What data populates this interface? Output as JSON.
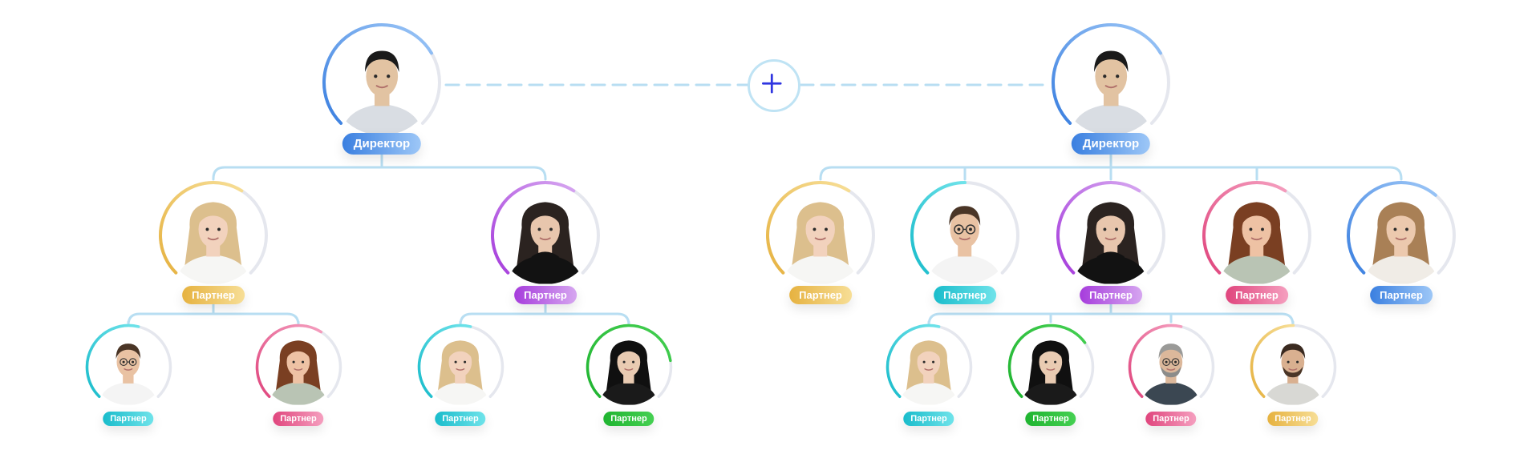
{
  "colors": {
    "connector": "#b8def2",
    "dashed": "#b8def2",
    "plus": "#2f35e0",
    "ring_track": "#e5e7ee",
    "blue": [
      "#3a7fe0",
      "#9dc7f7"
    ],
    "yellow": [
      "#e6b240",
      "#f7de96"
    ],
    "purple": [
      "#a63cdc",
      "#d6a6f0"
    ],
    "teal": [
      "#19bccb",
      "#6fe3ea"
    ],
    "pink": [
      "#e0457d",
      "#f59fbf"
    ],
    "green": [
      "#1fb430",
      "#45d052"
    ]
  },
  "plus_button": {
    "label": "+",
    "icon": "plus-icon"
  },
  "trees": [
    {
      "director": {
        "label": "Директор",
        "color": "blue",
        "person": "man-asian",
        "progress": 0.72
      },
      "partners": [
        {
          "label": "Партнер",
          "color": "yellow",
          "person": "woman-blonde",
          "progress": 0.62,
          "children": [
            {
              "label": "Партнер",
              "color": "teal",
              "person": "man-glasses",
              "progress": 0.55
            },
            {
              "label": "Партнер",
              "color": "pink",
              "person": "woman-curly",
              "progress": 0.62
            }
          ]
        },
        {
          "label": "Партнер",
          "color": "purple",
          "person": "woman-dark",
          "progress": 0.62,
          "children": [
            {
              "label": "Партнер",
              "color": "teal",
              "person": "woman-blonde",
              "progress": 0.55
            },
            {
              "label": "Партнер",
              "color": "green",
              "person": "woman-asian",
              "progress": 0.8
            }
          ]
        }
      ]
    },
    {
      "director": {
        "label": "Директор",
        "color": "blue",
        "person": "man-asian",
        "progress": 0.72
      },
      "partners": [
        {
          "label": "Партнер",
          "color": "yellow",
          "person": "woman-blonde",
          "progress": 0.62,
          "children": []
        },
        {
          "label": "Партнер",
          "color": "teal",
          "person": "man-glasses",
          "progress": 0.5,
          "children": []
        },
        {
          "label": "Партнер",
          "color": "purple",
          "person": "woman-dark",
          "progress": 0.62,
          "children": [
            {
              "label": "Партнер",
              "color": "teal",
              "person": "woman-blonde",
              "progress": 0.55
            },
            {
              "label": "Партнер",
              "color": "green",
              "person": "woman-asian",
              "progress": 0.7
            },
            {
              "label": "Партнер",
              "color": "pink",
              "person": "man-older",
              "progress": 0.55
            },
            {
              "label": "Партнер",
              "color": "yellow",
              "person": "man-beard",
              "progress": 0.5
            }
          ]
        },
        {
          "label": "Партнер",
          "color": "pink",
          "person": "woman-curly",
          "progress": 0.62,
          "children": []
        },
        {
          "label": "Партнер",
          "color": "blue",
          "person": "woman-wavy",
          "progress": 0.65,
          "children": []
        }
      ]
    }
  ]
}
